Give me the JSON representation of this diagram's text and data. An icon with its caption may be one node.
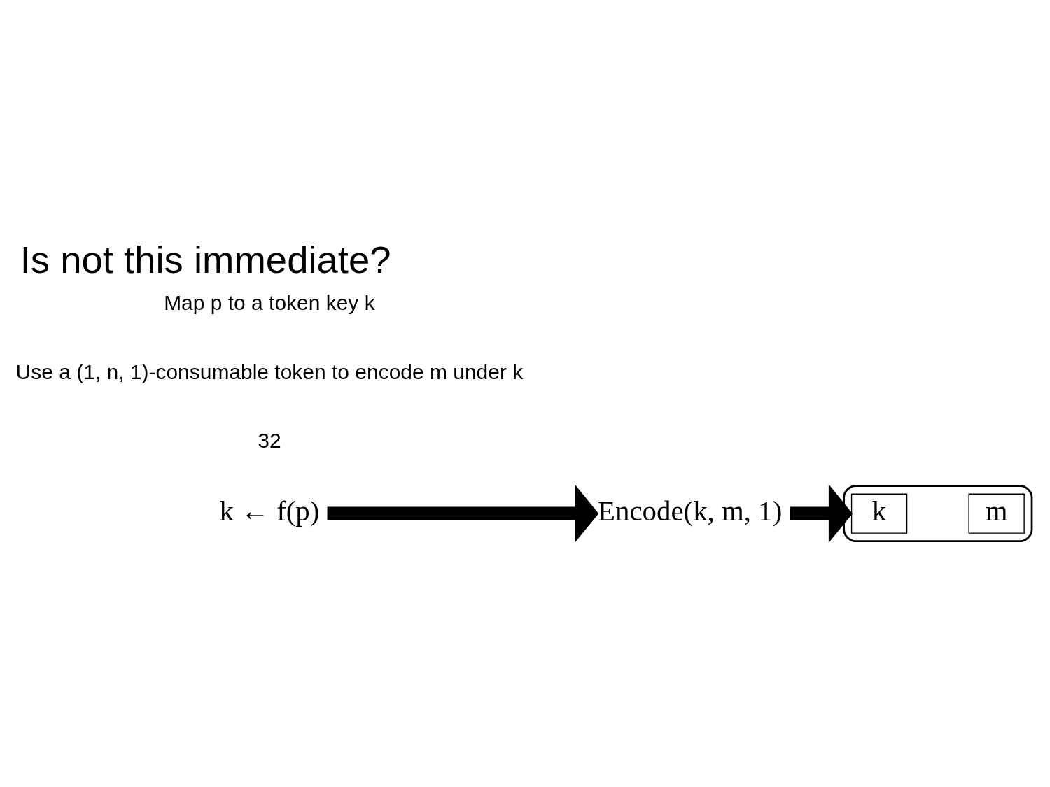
{
  "diagram": {
    "title": "Is not this immediate?",
    "nodes": [
      {
        "text": [
          "k ← f(p)"
        ]
      },
      {
        "text": [
          "Encode(k, m, 1)"
        ]
      },
      {
        "text": [],
        "shape": "cylinder"
      },
      {
        "text": [
          "k"
        ],
        "in": 2
      },
      {
        "text": [
          "m"
        ],
        "in": 2
      }
    ],
    "edges": [
      {
        "from": 0,
        "to": 1,
        "arrow": "to"
      },
      {
        "from": 1,
        "to": 2,
        "arrow": "to"
      }
    ],
    "labels": [
      "Map p to a token key k",
      "Use a (1, n, 1)-consumable token to encode m under k",
      "32"
    ]
  }
}
